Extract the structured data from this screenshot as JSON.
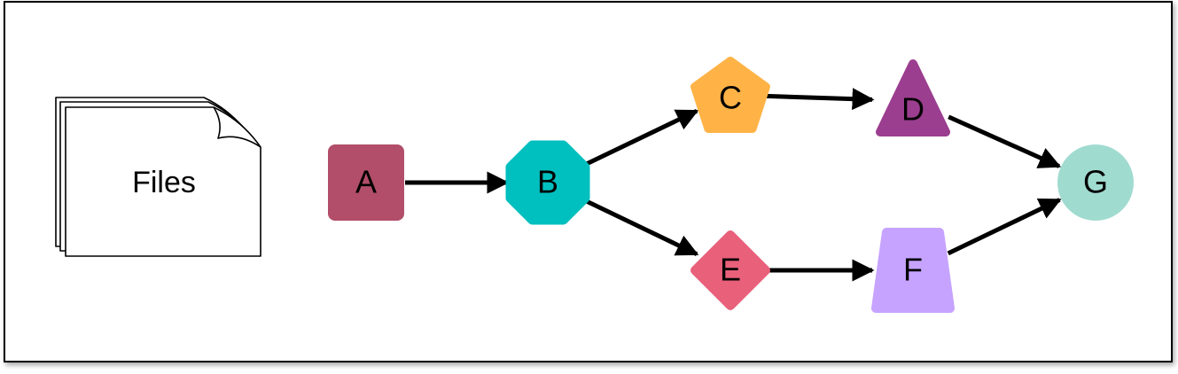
{
  "files_label": "Files",
  "nodes": {
    "A": {
      "label": "A",
      "shape": "rounded-square",
      "color": "#b24e69"
    },
    "B": {
      "label": "B",
      "shape": "octagon",
      "color": "#00bfbf"
    },
    "C": {
      "label": "C",
      "shape": "pentagon",
      "color": "#ffb347"
    },
    "D": {
      "label": "D",
      "shape": "triangle",
      "color": "#9b3e8f"
    },
    "E": {
      "label": "E",
      "shape": "diamond",
      "color": "#e8607a"
    },
    "F": {
      "label": "F",
      "shape": "trapezoid",
      "color": "#c6a3ff"
    },
    "G": {
      "label": "G",
      "shape": "circle",
      "color": "#a0dbd0"
    }
  },
  "edges": [
    {
      "from": "A",
      "to": "B"
    },
    {
      "from": "B",
      "to": "C"
    },
    {
      "from": "B",
      "to": "E"
    },
    {
      "from": "C",
      "to": "D"
    },
    {
      "from": "E",
      "to": "F"
    },
    {
      "from": "D",
      "to": "G"
    },
    {
      "from": "F",
      "to": "G"
    }
  ]
}
